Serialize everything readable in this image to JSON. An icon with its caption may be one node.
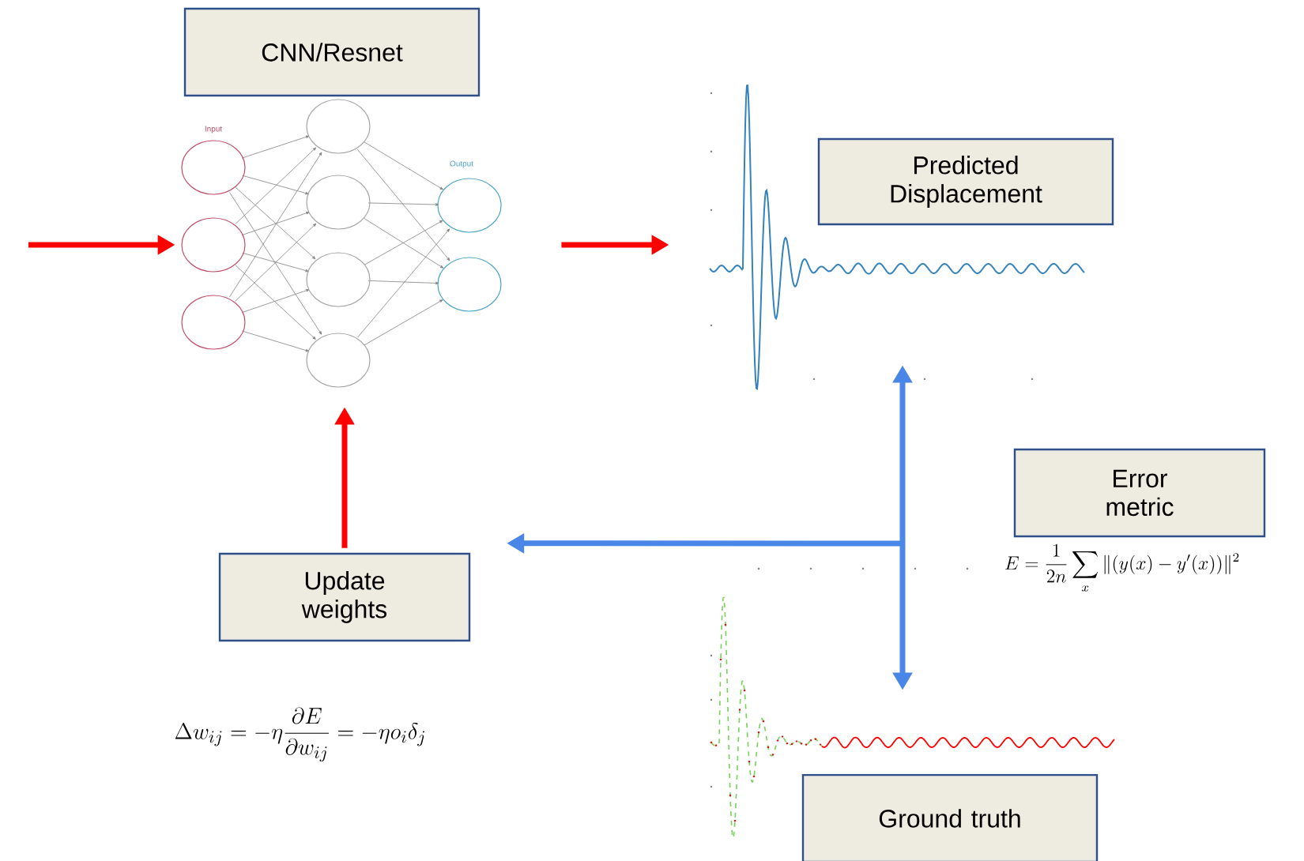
{
  "diagram": {
    "nodes": [
      {
        "text": [
          "CNN/Resnet"
        ]
      },
      {
        "text": [],
        "shape": "picture"
      },
      {
        "text": [],
        "shape": "picture"
      },
      {
        "text": [
          "Predicted Displacement"
        ]
      },
      {
        "text": [],
        "shape": "picture"
      },
      {
        "text": [
          "Ground truth"
        ]
      },
      {
        "text": [
          "Update weights"
        ]
      },
      {
        "text": [
          "Error metric"
        ]
      }
    ],
    "edges": [
      {
        "from": null,
        "to": 1,
        "arrow": "to"
      },
      {
        "from": 1,
        "to": 2,
        "arrow": "to"
      },
      {
        "from": 6,
        "to": 1,
        "arrow": "to"
      },
      {
        "from": 2,
        "to": 4,
        "arrow": "both",
        "color": "#4a86e8"
      },
      {
        "from": null,
        "to": 6,
        "arrow": "to",
        "color": "#4a86e8"
      }
    ],
    "labels": [
      "Input",
      "Output",
      "E = \\frac{1}{2n} \\sum_x \\| (y(x) - y'(x)) \\|^2",
      "\\Delta w_{ij} = -\\eta \\frac{\\partial E}{\\partial w_{ij}} = -\\eta o_i \\delta_j"
    ]
  }
}
